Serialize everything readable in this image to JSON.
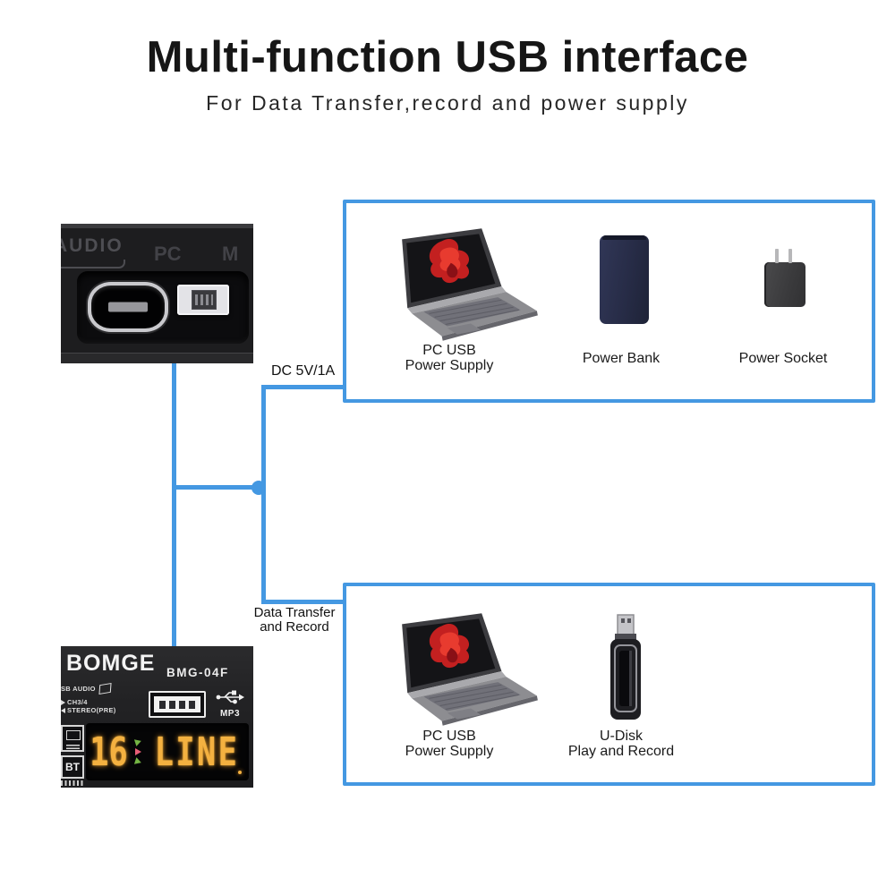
{
  "header": {
    "title": "Multi-function USB interface",
    "subtitle": "For Data Transfer,record and power supply"
  },
  "diagram": {
    "accent_color": "#4498e2",
    "power_line_label": "DC 5V/1A",
    "data_line_label_1": "Data Transfer",
    "data_line_label_2": "and Record"
  },
  "usb_panel_photo": {
    "audio_label": "AUDIO",
    "pc_label": "PC",
    "m_label": "M"
  },
  "mixer_photo": {
    "brand": "BOMGE",
    "model": "BMG-04F",
    "usb_audio_label": "SB AUDIO",
    "ch_label": "CH3/4",
    "stereo_label": "STEREO(PRE)",
    "mp3_label": "MP3",
    "bt_label": "BT",
    "display_value": "16",
    "display_word": "LINE",
    "display_color": "#f4b140"
  },
  "power_box": {
    "items": [
      {
        "line1": "PC USB",
        "line2": "Power Supply"
      },
      {
        "line1": "Power Bank"
      },
      {
        "line1": "Power Socket"
      }
    ]
  },
  "data_box": {
    "items": [
      {
        "line1": "PC USB",
        "line2": "Power Supply"
      },
      {
        "line1": "U-Disk",
        "line2": "Play and Record"
      }
    ]
  }
}
